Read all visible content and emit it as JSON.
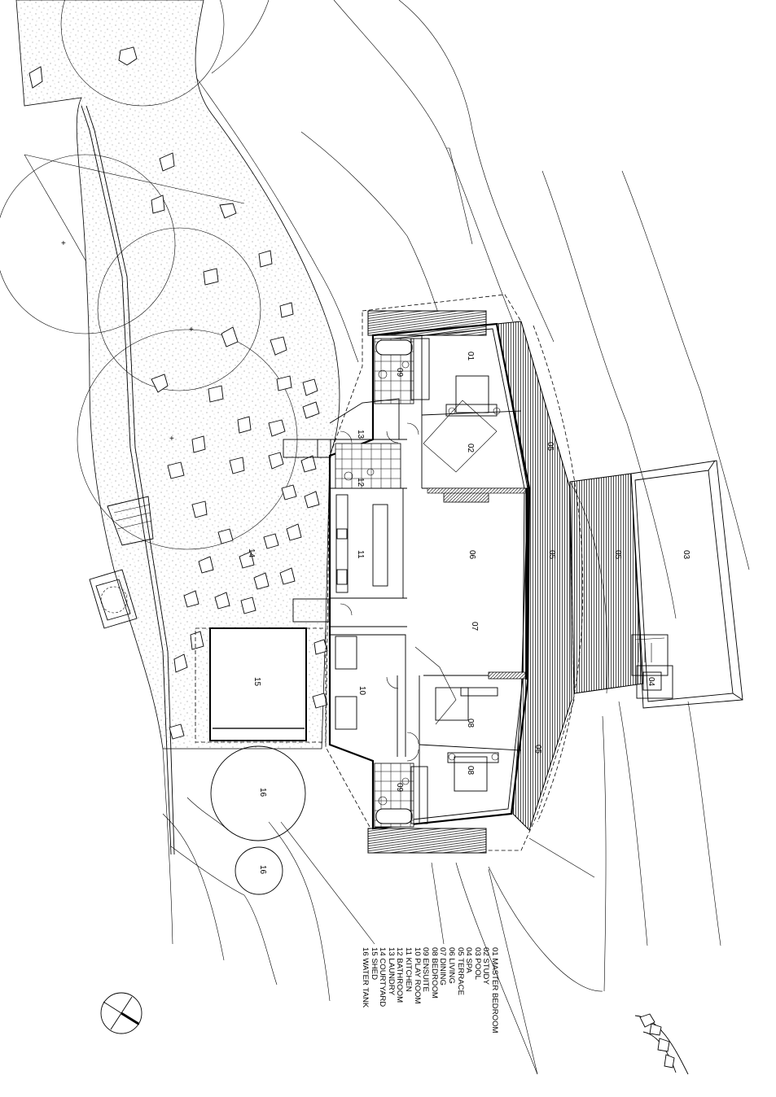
{
  "drawing": {
    "type": "architectural site / floor plan",
    "orientation": "rotated 90 degrees clockwise"
  },
  "legend": {
    "items": [
      {
        "code": "01",
        "name": "MASTER BEDROOM",
        "text": "01 MASTER BEDROOM"
      },
      {
        "code": "02",
        "name": "STUDY",
        "text": "02 STUDY"
      },
      {
        "code": "03",
        "name": "POOL",
        "text": "03 POOL"
      },
      {
        "code": "04",
        "name": "SPA",
        "text": "04 SPA"
      },
      {
        "code": "05",
        "name": "TERRACE",
        "text": "05 TERRACE"
      },
      {
        "code": "06",
        "name": "LIVING",
        "text": "06 LIVING"
      },
      {
        "code": "07",
        "name": "DINING",
        "text": "07 DINING"
      },
      {
        "code": "08",
        "name": "BEDROOM",
        "text": "08 BEDROOM"
      },
      {
        "code": "09",
        "name": "ENSUITE",
        "text": "09 ENSUITE"
      },
      {
        "code": "10",
        "name": "PLAY ROOM",
        "text": "10 PLAY ROOM"
      },
      {
        "code": "11",
        "name": "KITCHEN",
        "text": "11 KITCHEN"
      },
      {
        "code": "12",
        "name": "BATHROOM",
        "text": "12 BATHROOM"
      },
      {
        "code": "13",
        "name": "LAUNDRY",
        "text": "13 LAUNDRY"
      },
      {
        "code": "14",
        "name": "COURTYARD",
        "text": "14 COURTYARD"
      },
      {
        "code": "15",
        "name": "SHED",
        "text": "15 SHED"
      },
      {
        "code": "16",
        "name": "WATER TANK",
        "text": "16 WATER TANK"
      }
    ]
  },
  "plan_labels": {
    "master_bedroom": "01",
    "study": "02",
    "pool": "03",
    "spa": "04",
    "terrace_a": "05",
    "terrace_b": "05",
    "terrace_c": "05",
    "terrace_d": "05",
    "living": "06",
    "dining": "07",
    "bedroom_a": "08",
    "bedroom_b": "08",
    "ensuite_a": "09",
    "ensuite_b": "09",
    "play_room": "10",
    "kitchen": "11",
    "bathroom": "12",
    "laundry": "13",
    "courtyard": "14",
    "shed": "15",
    "water_tank_large": "16",
    "water_tank_small": "16"
  },
  "north_arrow": {
    "symbol": "compass-circle"
  }
}
